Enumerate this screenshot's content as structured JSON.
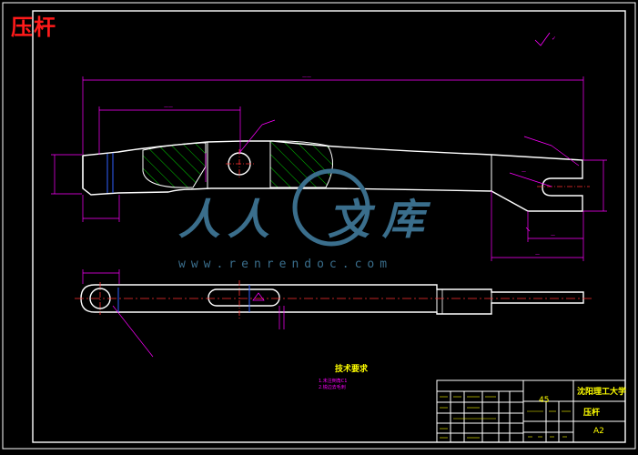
{
  "overlay_title": "压杆",
  "watermark": {
    "chars": [
      "人",
      "人",
      "文",
      "库"
    ],
    "url": "www.renrendoc.com"
  },
  "drawing": {
    "tech_req_title": "技术要求",
    "tech_req_lines": [
      "1.未注倒角C1",
      "2.锐边去毛刺"
    ],
    "material": "45",
    "school": "沈阳理工大学",
    "part_name": "压杆",
    "drawing_size": "A2"
  },
  "colors": {
    "background": "#000000",
    "outline": "#ffffff",
    "dimension": "#ff00ff",
    "centerline": "#ff3030",
    "hatch": "#00cc00",
    "title_block": "#ffff00",
    "watermark": "#3a6e8c"
  }
}
